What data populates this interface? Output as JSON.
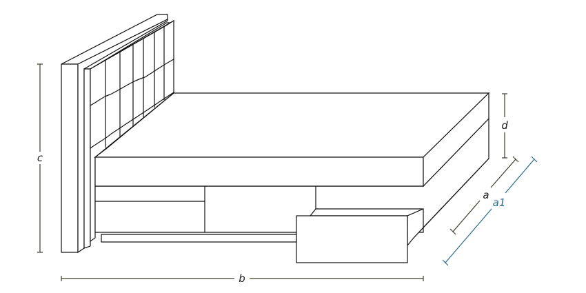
{
  "dimensions": {
    "a": "a",
    "a1": "a1",
    "b": "b",
    "c": "c",
    "d": "d"
  },
  "colors": {
    "line": "#111111",
    "dimension": "#3a3a2a",
    "a1_dimension": "#2a6a8a"
  }
}
